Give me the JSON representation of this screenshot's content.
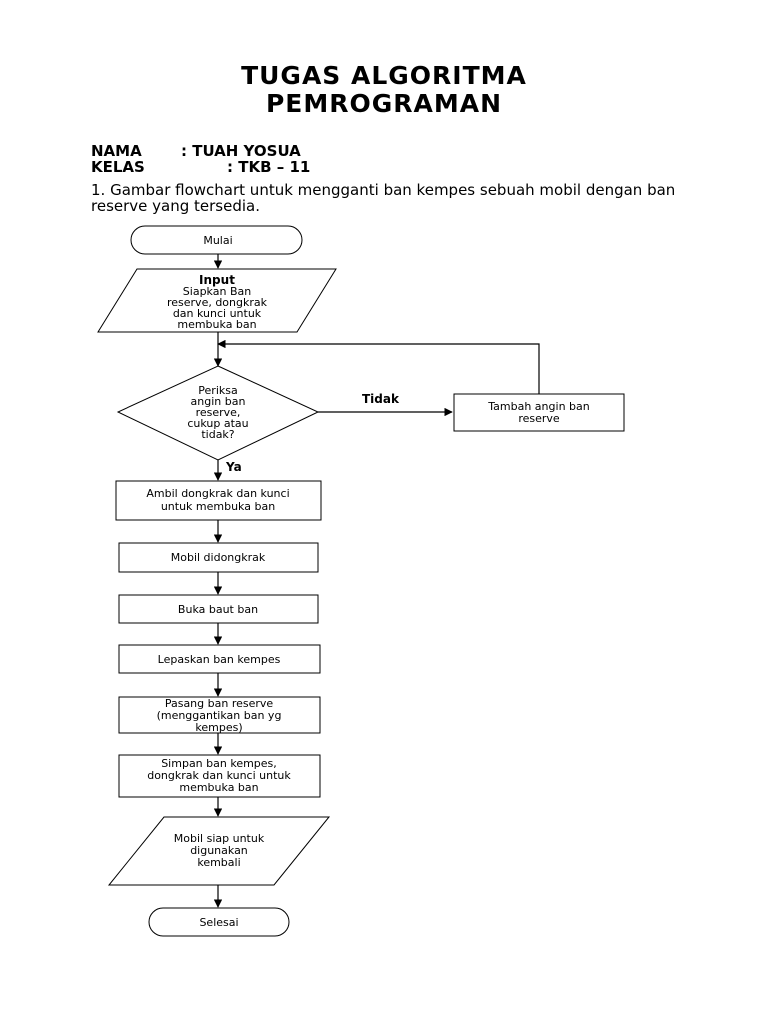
{
  "title": {
    "line1": "TUGAS ALGORITMA",
    "line2": "PEMROGRAMAN"
  },
  "info": {
    "nama_label": "NAMA",
    "nama_value": ": TUAH YOSUA",
    "kelas_label": "KELAS",
    "kelas_value": ": TKB – 11"
  },
  "question": "1. Gambar flowchart untuk mengganti ban kempes sebuah mobil dengan ban reserve yang tersedia.",
  "flowchart": {
    "start": "Mulai",
    "input_title": "Input",
    "input_lines": [
      "Siapkan Ban",
      "reserve, dongkrak",
      "dan kunci untuk",
      "membuka ban"
    ],
    "decision_lines": [
      "Periksa",
      "angin ban",
      "reserve,",
      "cukup atau",
      "tidak?"
    ],
    "no_label": "Tidak",
    "yes_label": "Ya",
    "no_branch_lines": [
      "Tambah angin ban",
      "reserve"
    ],
    "step1_lines": [
      "Ambil dongkrak dan kunci",
      "untuk membuka ban"
    ],
    "step2": "Mobil didongkrak",
    "step3": "Buka baut ban",
    "step4": "Lepaskan ban kempes",
    "step5_lines": [
      "Pasang ban reserve",
      "(menggantikan ban yg",
      "kempes)"
    ],
    "step6_lines": [
      "Simpan ban kempes,",
      "dongkrak dan kunci untuk",
      "membuka ban"
    ],
    "output_lines": [
      "Mobil siap untuk",
      "digunakan",
      "kembali"
    ],
    "end": "Selesai"
  }
}
